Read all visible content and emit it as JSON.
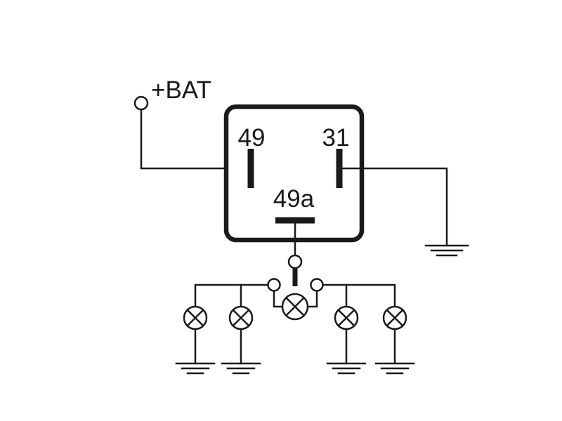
{
  "labels": {
    "battery": "+BAT",
    "terminal_49": "49",
    "terminal_31": "31",
    "terminal_49a": "49a"
  },
  "colors": {
    "stroke": "#1a1a1a",
    "background": "#ffffff"
  },
  "components": {
    "relay": "flasher-relay",
    "lamps": [
      "lamp-left-outer",
      "lamp-left-inner",
      "lamp-indicator",
      "lamp-right-inner",
      "lamp-right-outer"
    ],
    "grounds": [
      "ground-relay",
      "ground-left-outer",
      "ground-left-inner",
      "ground-right-inner",
      "ground-right-outer"
    ],
    "switch": "turn-signal-switch"
  }
}
